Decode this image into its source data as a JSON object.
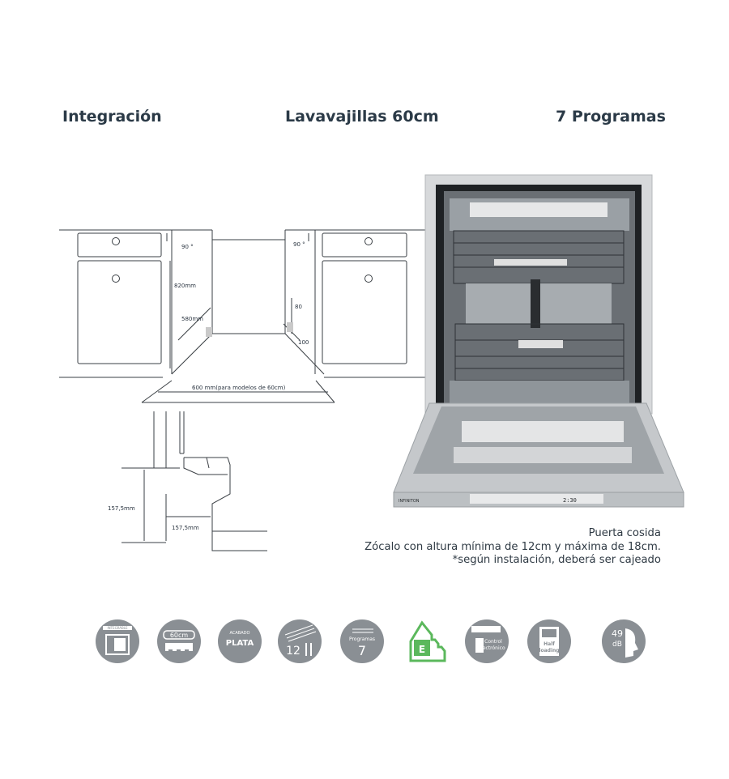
{
  "headers": {
    "left": "Integración",
    "center": "Lavavajillas 60cm",
    "right": "7 Programas"
  },
  "diagram": {
    "angle_left": "90 °",
    "angle_right": "90 °",
    "height_label": "820mm",
    "depth_label": "580mm",
    "plinth_label": "80",
    "small_label": "100",
    "width_label": "600 mm(para modelos de 60cm)",
    "side_vertical_label": "157,5mm",
    "side_horizontal_label": "157,5mm"
  },
  "product": {
    "brand": "INFINITON",
    "display": "2:30"
  },
  "notes": [
    "Puerta cosida",
    "Zócalo con altura mínima de 12cm y máxima de 18cm.",
    "*según instalación, deberá ser cajeado"
  ],
  "icons": [
    {
      "name": "integrable-icon",
      "label": "INTEGRABLE"
    },
    {
      "name": "width-60cm-icon",
      "label": "60cm"
    },
    {
      "name": "acabado-plata-icon",
      "label_top": "ACABADO",
      "label": "PLATA"
    },
    {
      "name": "place-settings-icon",
      "label": "12"
    },
    {
      "name": "programas-icon",
      "label_top": "Programas",
      "label": "7"
    },
    {
      "name": "energy-class-icon",
      "label": "E"
    },
    {
      "name": "control-electronico-icon",
      "label": "Control Electrónico"
    },
    {
      "name": "half-loading-icon",
      "label": "Half loading"
    },
    {
      "name": "noise-icon",
      "label_top": "49",
      "label": "dB"
    }
  ],
  "colors": {
    "heading": "#2b3a47",
    "icon_gray": "#8a8f94",
    "energy_green": "#5bb85c"
  }
}
